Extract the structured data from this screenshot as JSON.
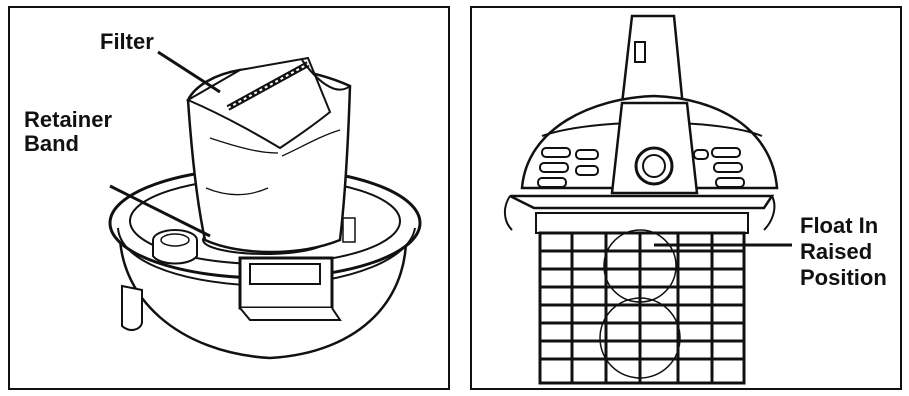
{
  "left_panel": {
    "callouts": {
      "filter": "Filter",
      "retainer_line1": "Retainer",
      "retainer_line2": "Band"
    }
  },
  "right_panel": {
    "callouts": {
      "float_line1": "Float In",
      "float_line2": "Raised",
      "float_line3": "Position"
    }
  }
}
